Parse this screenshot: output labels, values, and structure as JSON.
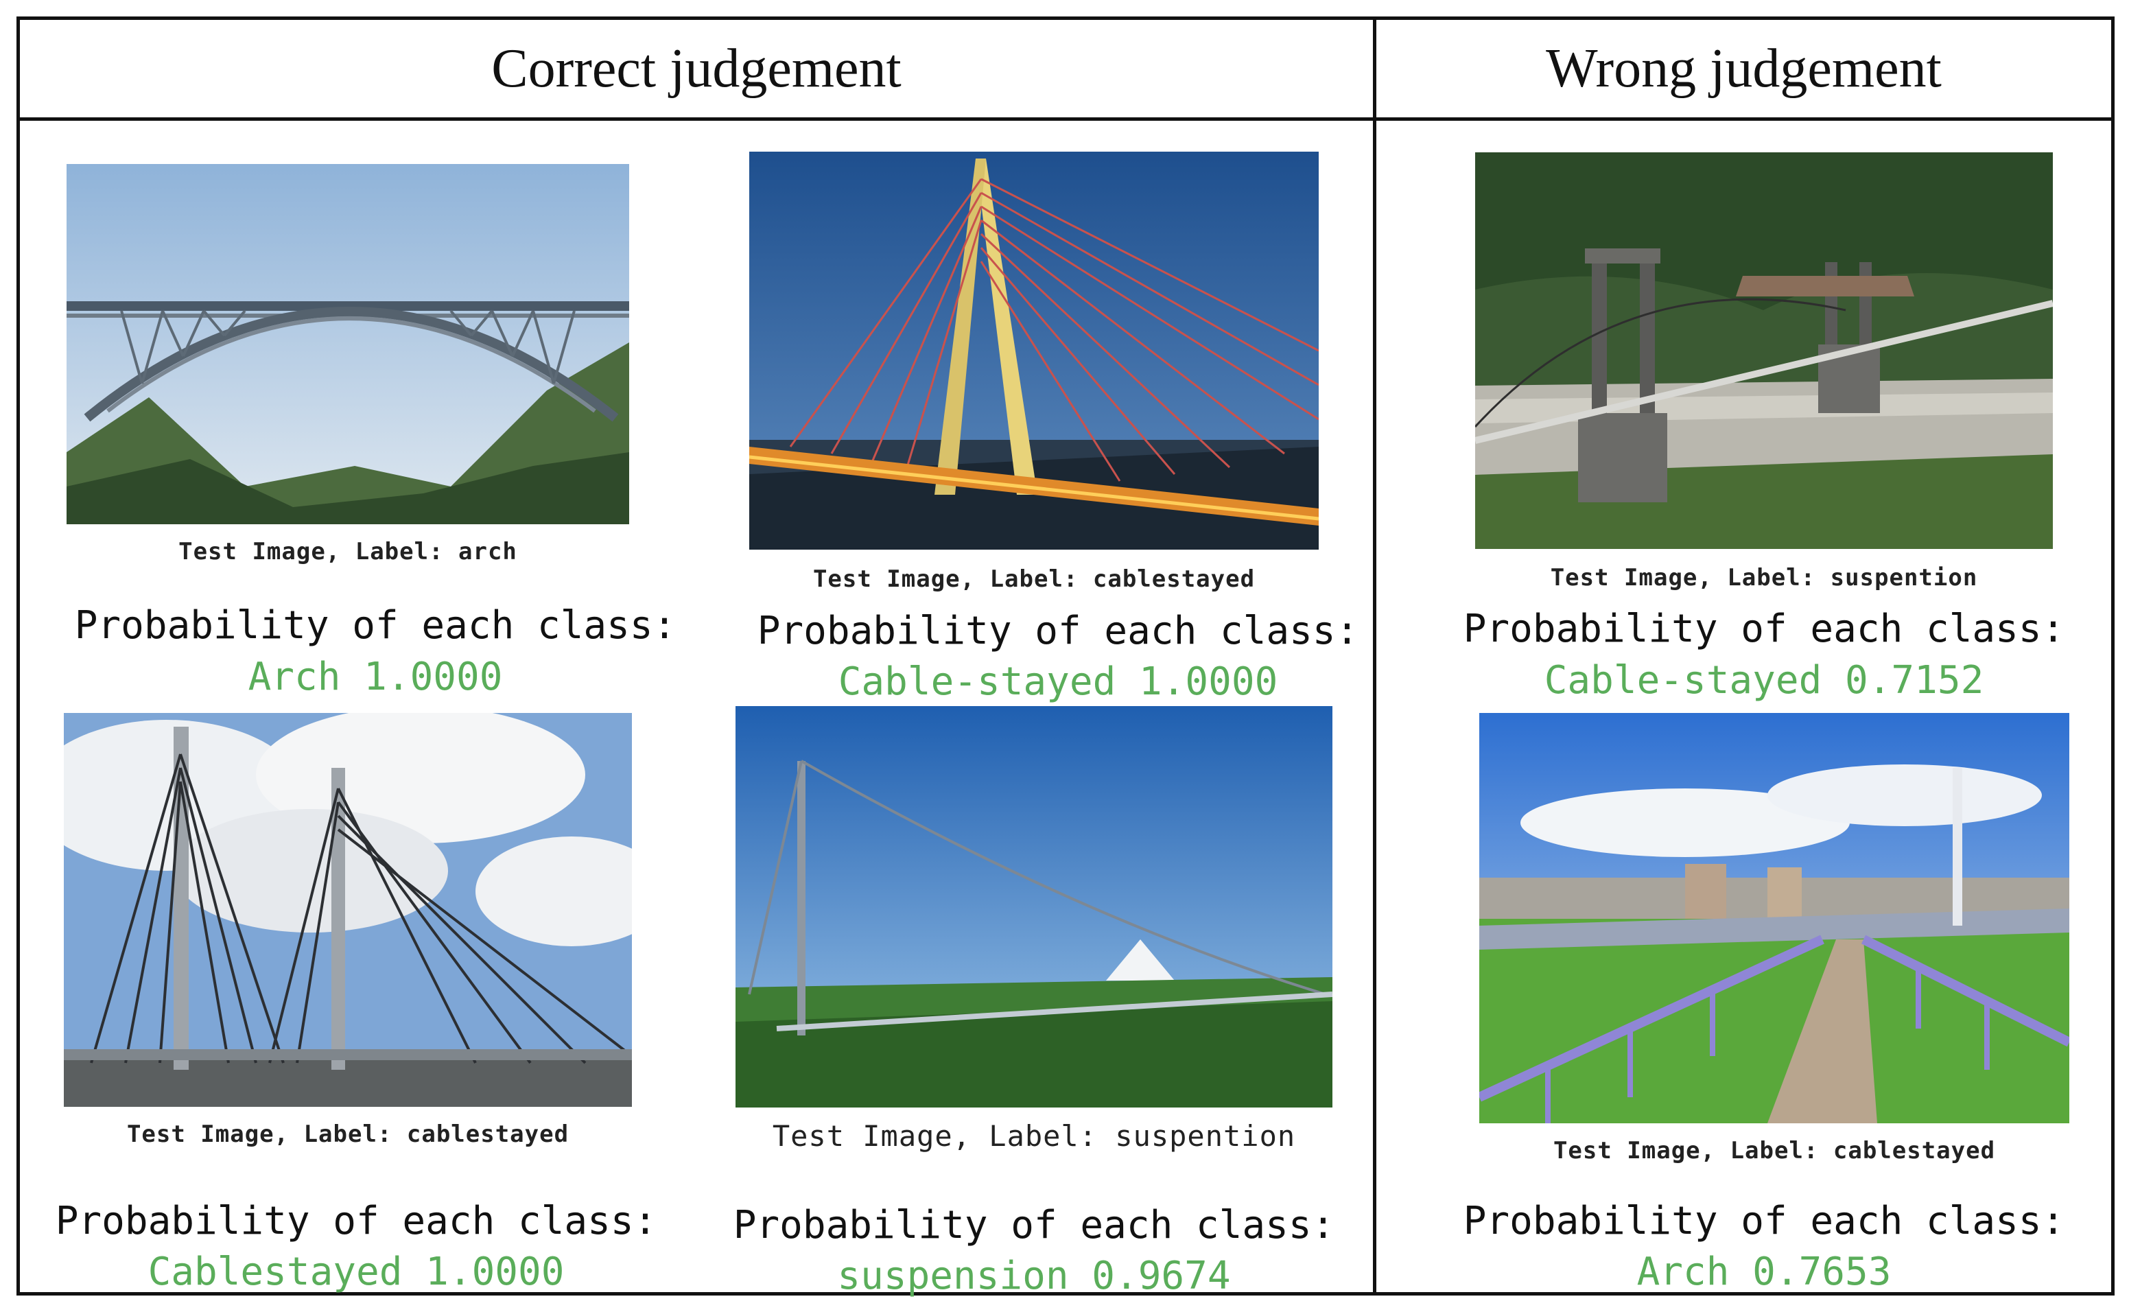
{
  "headers": {
    "correct": "Correct judgement",
    "wrong": "Wrong judgement"
  },
  "colors": {
    "probability_value": "#5aad5a",
    "border": "#111111"
  },
  "panels": [
    {
      "id": "arch",
      "caption": "Test Image, Label: arch",
      "prob_title": "Probability of each class:",
      "prob_value": "Arch 1.0000"
    },
    {
      "id": "cablestayed-night",
      "caption": "Test Image, Label: cablestayed",
      "prob_title": "Probability of each class:",
      "prob_value": "Cable-stayed 1.0000"
    },
    {
      "id": "suspention-river",
      "caption": "Test Image, Label: suspention",
      "prob_title": "Probability of each class:",
      "prob_value": "Cable-stayed 0.7152"
    },
    {
      "id": "cablestayed-day",
      "caption": "Test Image, Label: cablestayed",
      "prob_title": "Probability of each class:",
      "prob_value": "Cablestayed 1.0000"
    },
    {
      "id": "suspention-forest",
      "caption": "Test Image, Label: suspention",
      "prob_title": "Probability of each class:",
      "prob_value": "suspension 0.9674"
    },
    {
      "id": "cablestayed-walkway",
      "caption": "Test Image, Label: cablestayed",
      "prob_title": "Probability of each class:",
      "prob_value": "Arch 0.7653"
    }
  ]
}
